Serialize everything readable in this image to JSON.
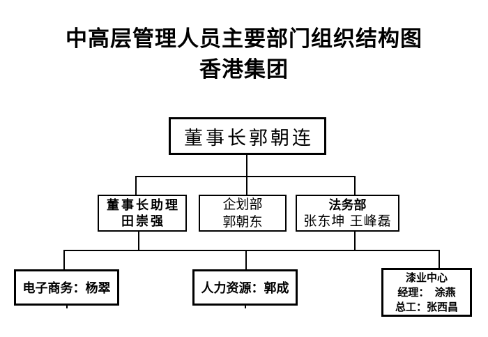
{
  "title": {
    "line1": "中高层管理人员主要部门组织结构图",
    "line2": "香港集团"
  },
  "colors": {
    "background": "#ffffff",
    "line": "#000000",
    "text": "#000000"
  },
  "org": {
    "root": {
      "label": "董事长郭朝连"
    },
    "level2": [
      {
        "lines": [
          "董事长助理",
          "田崇强"
        ]
      },
      {
        "lines": [
          "企划部",
          "郭朝东"
        ]
      },
      {
        "lines": [
          "法务部",
          "张东坤 王峰磊"
        ]
      }
    ],
    "level3": [
      {
        "lines": [
          "电子商务：杨翠"
        ]
      },
      {
        "lines": [
          "人力资源：郭成"
        ]
      },
      {
        "lines": [
          "漆业中心",
          "经理：  涂燕",
          "总工：张西昌"
        ]
      }
    ]
  }
}
